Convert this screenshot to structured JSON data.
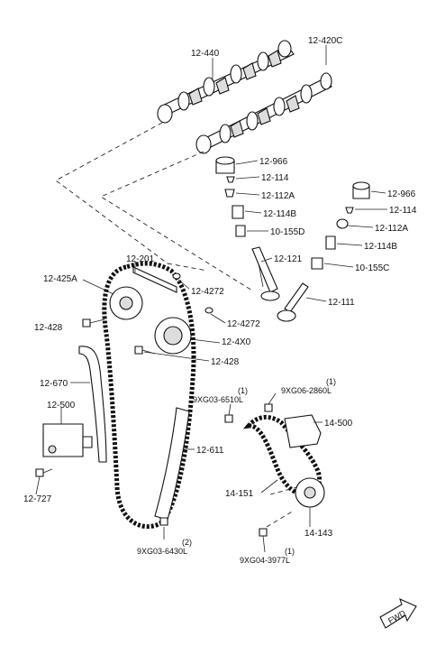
{
  "labels": {
    "l_12_440": "12-440",
    "l_12_420c": "12-420C",
    "l_12_966_a": "12-966",
    "l_12_114_a": "12-114",
    "l_12_112a_a": "12-112A",
    "l_12_114b_a": "12-114B",
    "l_10_155d": "10-155D",
    "l_12_966_b": "12-966",
    "l_12_114_b": "12-114",
    "l_12_112a_b": "12-112A",
    "l_12_114b_b": "12-114B",
    "l_10_155c": "10-155C",
    "l_12_121": "12-121",
    "l_12_111": "12-111",
    "l_12_201": "12-201",
    "l_12_425a": "12-425A",
    "l_12_4272_a": "12-4272",
    "l_12_4272_b": "12-4272",
    "l_12_428_a": "12-428",
    "l_12_4x0": "12-4X0",
    "l_12_428_b": "12-428",
    "l_12_670": "12-670",
    "l_12_500": "12-500",
    "l_12_727": "12-727",
    "l_9xg03_6510l_qty": "(1)",
    "l_9xg03_6510l": "9XG03-6510L",
    "l_9xg06_2860l_qty": "(1)",
    "l_9xg06_2860l": "9XG06-2860L",
    "l_14_500": "14-500",
    "l_12_611": "12-611",
    "l_14_151": "14-151",
    "l_14_143": "14-143",
    "l_9xg03_6430l_qty": "(2)",
    "l_9xg03_6430l": "9XG03-6430L",
    "l_9xg04_3977l_qty": "(1)",
    "l_9xg04_3977l": "9XG04-3977L",
    "fwd": "FWD"
  },
  "icons": {
    "fwd_arrow": "fwd-arrow-icon"
  }
}
